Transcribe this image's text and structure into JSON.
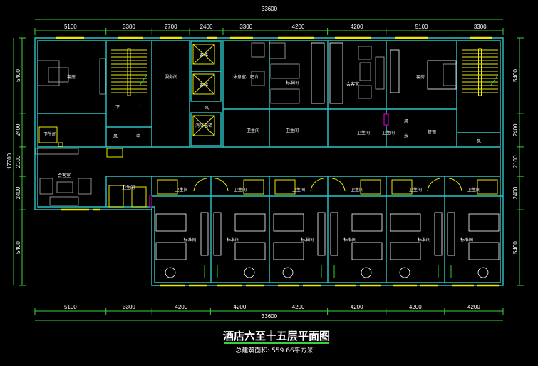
{
  "dimensions": {
    "top_total": "33600",
    "top_chain": [
      "5100",
      "3300",
      "2700",
      "2400",
      "3300",
      "4200",
      "4200",
      "5100",
      "3300"
    ],
    "bottom_chain": [
      "5100",
      "3300",
      "4200",
      "4200",
      "4200",
      "4200",
      "4200",
      "4200"
    ],
    "bottom_total": "33600",
    "left_total": "17700",
    "left_chain": [
      "5400",
      "2400",
      "2100",
      "2400",
      "5400"
    ],
    "right_chain": [
      "5400",
      "2400",
      "2100",
      "2400",
      "5400"
    ]
  },
  "rooms": {
    "suite_left": "套房",
    "bath_left": "卫生间",
    "service": "服务间",
    "elevator_1": "客梯",
    "elevator_2": "客梯",
    "elevator_3": "消防电梯",
    "shaft_left": "风",
    "shaft_left2": "风",
    "shaft_left3": "电",
    "lounge_top": "休息室、吧台",
    "bath_top1": "卫生间",
    "bath_top2": "卫生间",
    "standard_top": "标准间",
    "reception_top": "会客室",
    "suite_right": "套房",
    "bath_top3": "卫生间",
    "bath_top4": "卫生间",
    "shaft_right1": "风",
    "shaft_right2": "水",
    "linen": "管理",
    "shaft_right3": "风",
    "stair_down": "下",
    "stair_up": "上",
    "reception_left": "会客室",
    "bath_lower_left": "卫生间",
    "lower_baths": [
      "卫生间",
      "卫生间",
      "卫生间",
      "卫生间",
      "卫生间",
      "卫生间"
    ],
    "lower_rooms": [
      "标准间",
      "标准间",
      "标准间",
      "标准间",
      "标准间",
      "标准间"
    ]
  },
  "title": "酒店六至十五层平面图",
  "subtitle": "总建筑面积: 559.66平方米"
}
